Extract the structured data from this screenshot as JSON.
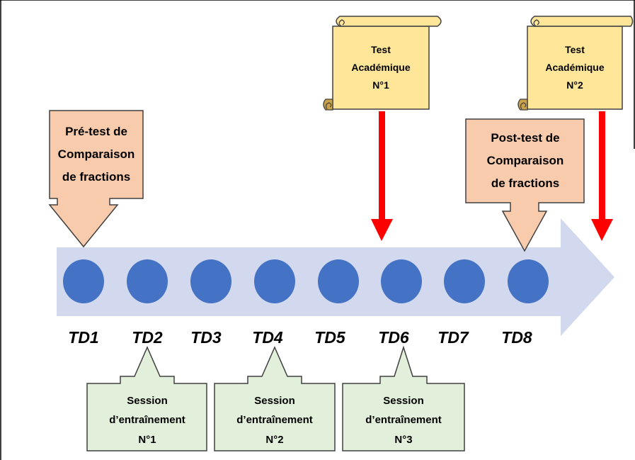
{
  "colors": {
    "timeline_arrow": "#d2d9ee",
    "circle": "#4472c4",
    "test_box_fill": "#f8cbad",
    "test_box_stroke": "#404040",
    "scroll_fill": "#ffe699",
    "scroll_stroke": "#404040",
    "session_fill": "#e2efda",
    "session_stroke": "#404040",
    "red_arrow": "#ff0000"
  },
  "timeline": {
    "labels": [
      "TD1",
      "TD2",
      "TD3",
      "TD4",
      "TD5",
      "TD6",
      "TD7",
      "TD8"
    ]
  },
  "pretest": {
    "lines": [
      "Pré-test de",
      "Comparaison",
      "de fractions"
    ]
  },
  "posttest": {
    "lines": [
      "Post-test de",
      "Comparaison",
      "de fractions"
    ]
  },
  "academic_tests": [
    {
      "lines": [
        "Test",
        "Académique",
        "N°1"
      ]
    },
    {
      "lines": [
        "Test",
        "Académique",
        "N°2"
      ]
    }
  ],
  "sessions": [
    {
      "lines": [
        "Session",
        "d’entraînement",
        "N°1"
      ]
    },
    {
      "lines": [
        "Session",
        "d’entraînement",
        "N°2"
      ]
    },
    {
      "lines": [
        "Session",
        "d’entraînement",
        "N°3"
      ]
    }
  ]
}
